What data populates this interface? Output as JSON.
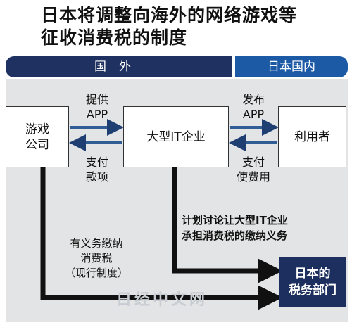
{
  "title": {
    "line1": "日本将调整向海外的网络游戏等",
    "line2": "征收消费税的制度"
  },
  "regions": {
    "abroad": "国外",
    "japan": "日本国内"
  },
  "nodes": {
    "game_company": [
      "游戏",
      "公司"
    ],
    "big_it": "大型IT企业",
    "user": "利用者",
    "tax_office": [
      "日本的",
      "税务部门"
    ]
  },
  "edges": {
    "provide_app": [
      "提供",
      "APP"
    ],
    "pay_funds": [
      "支付",
      "款项"
    ],
    "publish_app": [
      "发布",
      "APP"
    ],
    "pay_fee": [
      "支付",
      "使费用"
    ],
    "plan": [
      "计划讨论让大型IT企业",
      "承担消费税的缴纳义务"
    ],
    "current_duty": [
      "有义务缴纳",
      "消费税",
      "（现行制度）"
    ]
  },
  "watermark": "日经中文网",
  "colors": {
    "dark_navy": "#1e3160",
    "japan_blue": "#1d5aa6",
    "arrow_blue": "#2f5d94",
    "panel_gray": "#e3e4e5"
  }
}
